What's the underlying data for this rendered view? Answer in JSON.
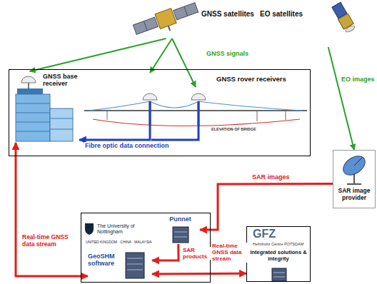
{
  "diagram": {
    "nodes": [
      {
        "text": [
          "GNSS satellites"
        ]
      },
      {
        "text": [
          "EO satellites"
        ]
      },
      {
        "text": [
          "ELEVATION OF BRIDGE"
        ]
      },
      {
        "text": [
          "GNSS base receiver"
        ],
        "in": 2
      },
      {
        "text": [
          "GNSS rover receivers"
        ],
        "in": 2
      },
      {
        "text": [
          "SAR image provider"
        ]
      },
      {
        "text": [
          "The University of Nottingham",
          "UNITED KINGDOM · CHINA · MALAYSIA"
        ]
      },
      {
        "text": [
          "Punnet"
        ],
        "in": 6
      },
      {
        "text": [
          "GeoSHM software"
        ],
        "in": 6
      },
      {
        "text": [
          "GFZ",
          "Helmholtz Centre POTSDAM",
          "Integrated solutions & integrity"
        ]
      }
    ],
    "edges": [
      {
        "from": 0,
        "to": 3,
        "arrow": "to"
      },
      {
        "from": 0,
        "to": 4,
        "label": "GNSS signals",
        "arrow": "to"
      },
      {
        "from": 4,
        "to": 3,
        "label": "Fibre optic data connection",
        "arrow": "to"
      },
      {
        "from": 1,
        "to": 5,
        "label": "EO images",
        "arrow": "to"
      },
      {
        "from": 5,
        "to": 7,
        "label": "SAR images",
        "arrow": "to"
      },
      {
        "from": 7,
        "to": 8,
        "label": "SAR products",
        "arrow": "to"
      },
      {
        "from": 8,
        "to": 3,
        "label": "Real-time GNSS data stream",
        "arrow": "both"
      },
      {
        "from": 8,
        "to": 9,
        "label": "Real-time GNSS data stream",
        "arrow": "both"
      }
    ]
  }
}
